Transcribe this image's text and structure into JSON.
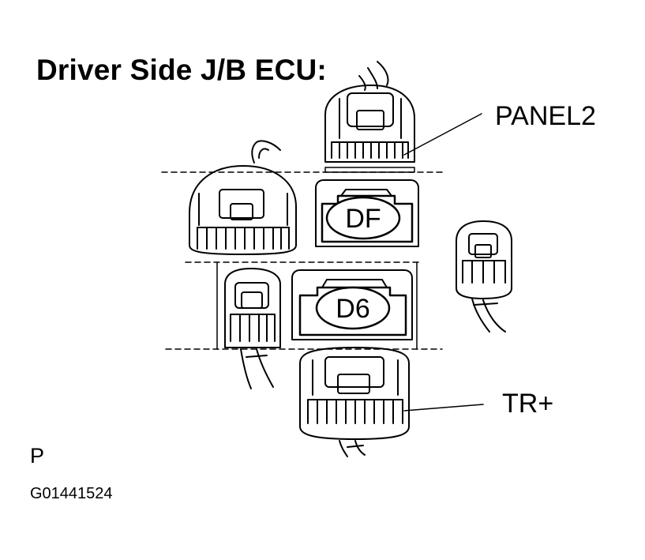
{
  "diagram": {
    "title": "Driver Side J/B ECU:",
    "callouts": {
      "panel2": "PANEL2",
      "tr_plus": "TR+"
    },
    "connectors": {
      "df": "DF",
      "d6": "D6"
    },
    "page_code": "P",
    "figure_id": "G01441524"
  }
}
